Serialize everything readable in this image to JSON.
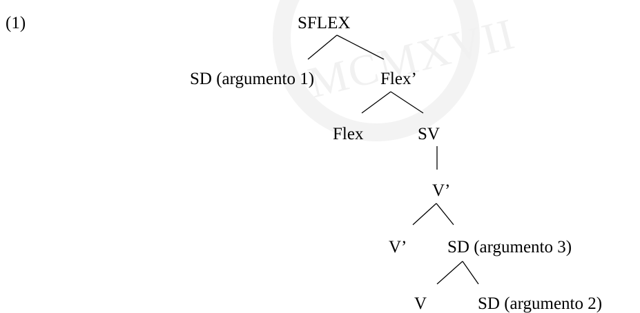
{
  "example_number": "(1)",
  "tree": {
    "nodes": {
      "sflex": "SFLEX",
      "sd_arg1": "SD (argumento 1)",
      "flex_bar": "Flex’",
      "flex": "Flex",
      "sv": "SV",
      "v_bar_top": "V’",
      "v_bar_inner": "V’",
      "sd_arg3": "SD (argumento 3)",
      "v": "V",
      "sd_arg2": "SD (argumento 2)"
    }
  }
}
